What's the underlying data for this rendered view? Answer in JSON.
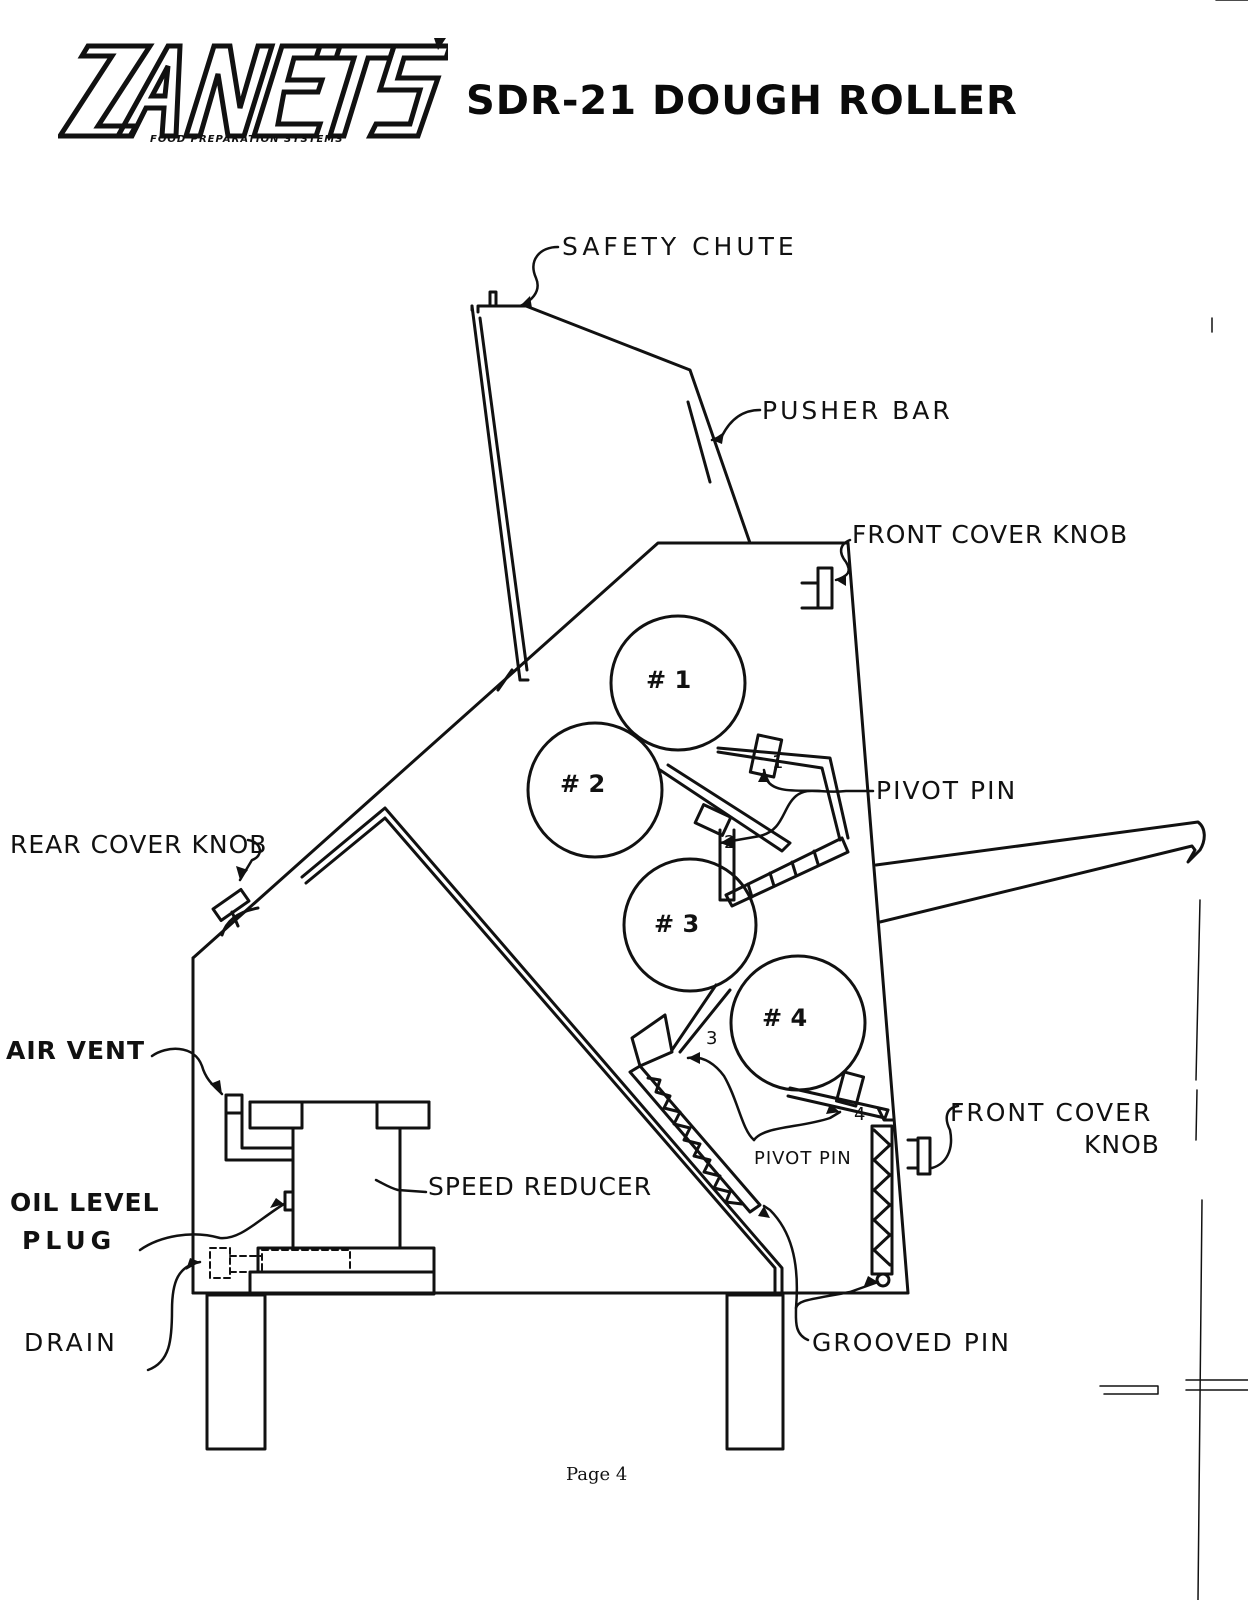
{
  "header": {
    "logo_text": "ZANETS",
    "logo_tagline": "FOOD PREPARATION SYSTEMS",
    "title": "SDR-21 DOUGH ROLLER"
  },
  "diagram": {
    "labels": {
      "safety_chute": "SAFETY CHUTE",
      "pusher_bar": "PUSHER BAR",
      "front_cover_knob_top": "FRONT COVER KNOB",
      "pivot_pin_upper": "PIVOT PIN",
      "rear_cover_knob": "REAR COVER KNOB",
      "air_vent": "AIR VENT",
      "speed_reducer": "SPEED REDUCER",
      "oil_level_plug_line1": "OIL LEVEL",
      "oil_level_plug_line2": "PLUG",
      "drain": "DRAIN",
      "pivot_pin_lower": "PIVOT PIN",
      "front_cover_knob_lower_line1": "FRONT COVER",
      "front_cover_knob_lower_line2": "KNOB",
      "grooved_pin": "GROOVED PIN"
    },
    "rollers": [
      "# 1",
      "# 2",
      "# 3",
      "# 4"
    ],
    "pin_numbers": [
      "1",
      "2",
      "3",
      "4"
    ]
  },
  "footer": {
    "page": "Page 4"
  }
}
